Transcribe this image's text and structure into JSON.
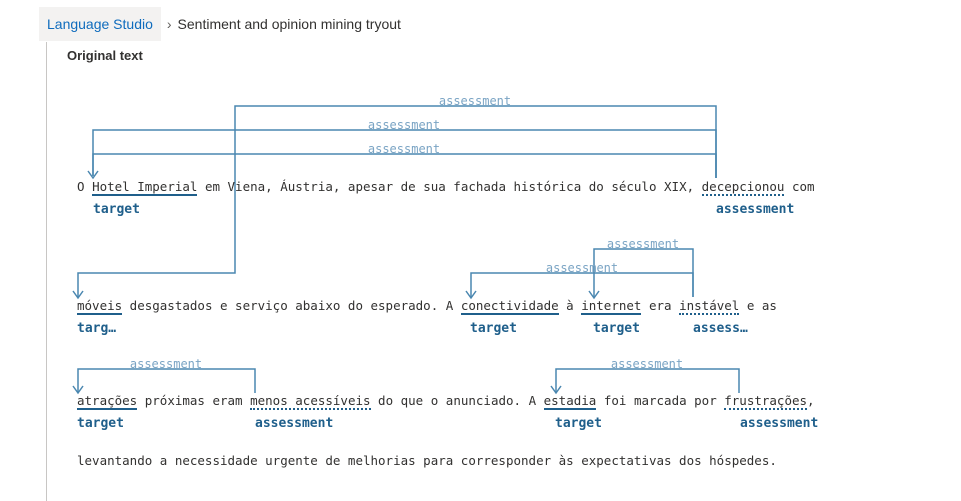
{
  "breadcrumb": {
    "home": "Language Studio",
    "separator": "›",
    "current": "Sentiment and opinion mining tryout"
  },
  "section_title": "Original text",
  "arc_label": "assessment",
  "roles": {
    "target": "target",
    "assessment": "assessment",
    "target_short": "targ…",
    "assessment_short": "assess…"
  },
  "lines": {
    "l1": {
      "p0": "O ",
      "t1": "Hotel Imperial",
      "p1": " em Viena, Áustria, apesar de sua fachada histórica do século XIX, ",
      "a1": "decepcionou",
      "p2": " com"
    },
    "l2": {
      "t1": "móveis",
      "p1": " desgastados e serviço abaixo do esperado. A ",
      "t2": "conectividade",
      "p2": " à ",
      "t3": "internet",
      "p3": " era ",
      "a1": "instável",
      "p4": " e as"
    },
    "l3": {
      "t1": "atrações",
      "p1": " próximas eram ",
      "a1": "menos acessíveis",
      "p2": " do que o anunciado. A ",
      "t2": "estadia",
      "p3": " foi marcada por ",
      "a2": "frustrações",
      "p4": ","
    },
    "l4": "levantando a necessidade urgente de melhorias para corresponder às expectativas dos hóspedes."
  },
  "colors": {
    "link": "#0f6cbd",
    "arc": "#4a87b0",
    "arc_label": "#7aa4c4",
    "role": "#1f5f8b"
  }
}
